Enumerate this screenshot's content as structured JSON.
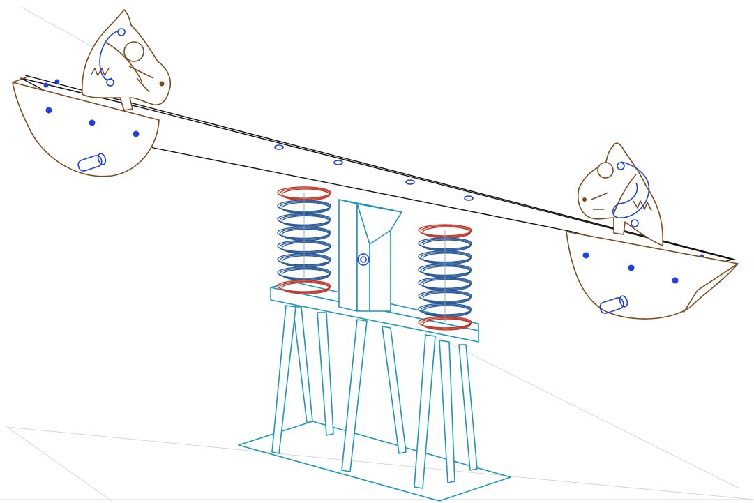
{
  "colors": {
    "frame": "#1a96bd",
    "beam": "#111111",
    "wood": "#7a4a1e",
    "spring_coil": "#2a5a9a",
    "spring_end": "#c0392b",
    "hardware": "#1f3fe0",
    "guide": "#d6d6d6"
  },
  "parts": {
    "seesaw_beam": "seesaw-beam",
    "seats": [
      "left-seat",
      "right-seat"
    ],
    "horse_heads": [
      "left-horse-head",
      "right-horse-head"
    ],
    "springs": [
      "left-spring",
      "right-spring"
    ],
    "stand": "stand-frame",
    "base_plate": "base-plate"
  },
  "springs": {
    "coil_count": 6
  }
}
